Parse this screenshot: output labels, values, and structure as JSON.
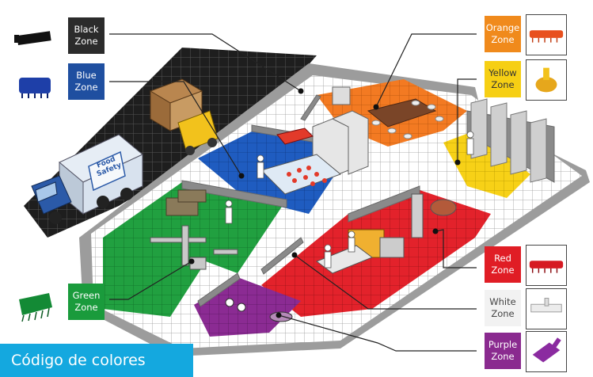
{
  "title": "Código de colores",
  "zones": {
    "black": {
      "line1": "Black",
      "line2": "Zone",
      "bg": "#2b2b2b",
      "fg": "#ffffff",
      "tool": "squeegee-icon"
    },
    "blue": {
      "line1": "Blue",
      "line2": "Zone",
      "bg": "#1f4fa0",
      "fg": "#ffffff",
      "tool": "scrub-brush-icon"
    },
    "green": {
      "line1": "Green",
      "line2": "Zone",
      "bg": "#1a9b3c",
      "fg": "#ffffff",
      "tool": "broom-head-icon"
    },
    "orange": {
      "line1": "Orange",
      "line2": "Zone",
      "bg": "#f08a1c",
      "fg": "#ffffff",
      "tool": "hand-brush-icon"
    },
    "yellow": {
      "line1": "Yellow",
      "line2": "Zone",
      "bg": "#f6cf14",
      "fg": "#333333",
      "tool": "pot-brush-icon"
    },
    "red": {
      "line1": "Red",
      "line2": "Zone",
      "bg": "#e01d25",
      "fg": "#ffffff",
      "tool": "hand-brush-icon"
    },
    "white": {
      "line1": "White",
      "line2": "Zone",
      "bg": "#f2f2f2",
      "fg": "#444444",
      "tool": "squeegee-icon"
    },
    "purple": {
      "line1": "Purple",
      "line2": "Zone",
      "bg": "#8a2a8f",
      "fg": "#ffffff",
      "tool": "scoop-icon"
    }
  },
  "truck_sign": {
    "line1": "Food",
    "line2": "Safety"
  }
}
